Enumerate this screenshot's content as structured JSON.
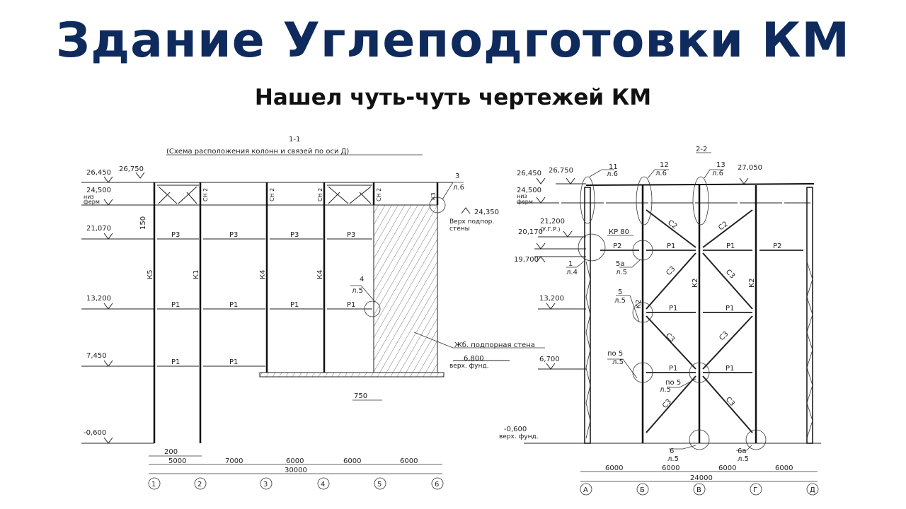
{
  "title": "Здание Углеподготовки КМ",
  "subtitle": "Нашел чуть-чуть чертежей КМ",
  "left_drawing": {
    "section": "1-1",
    "caption": "(Схема расположения колонн и связей по оси Д)",
    "levels": [
      "26,450",
      "26,750",
      "24,500",
      "низ",
      "ферм",
      "21,070",
      "13,200",
      "7,450",
      "-0,600"
    ],
    "dim_150": "150",
    "columns": [
      "К5",
      "К1",
      "К4",
      "К4"
    ],
    "ch_labels": [
      "СН 2",
      "СН 2",
      "СН 2",
      "СН 2",
      "К3"
    ],
    "p3": [
      "Р3",
      "Р3",
      "Р3",
      "Р3"
    ],
    "p1_mid": [
      "Р1",
      "Р1",
      "Р1",
      "Р1"
    ],
    "p1_low": [
      "Р1",
      "Р1"
    ],
    "callout3": {
      "num": "3",
      "sheet": "л.6"
    },
    "callout4": {
      "num": "4",
      "sheet": "л.5"
    },
    "wall_top": {
      "level": "24,350",
      "l1": "Верх подпор.",
      "l2": "стены"
    },
    "wall_label": "Жб. подпорная стена",
    "fund": {
      "level": "6,800",
      "label": "верх. фунд."
    },
    "dim_750": "750",
    "dim_200": "200",
    "spans": [
      "5000",
      "7000",
      "6000",
      "6000",
      "6000"
    ],
    "total": "30000",
    "axes": [
      "1",
      "2",
      "3",
      "4",
      "5",
      "6"
    ]
  },
  "right_drawing": {
    "section": "2-2",
    "levels": [
      "26,450",
      "26,750",
      "24,500",
      "низ",
      "ферм",
      "21,200",
      "(У.Г.Р.)",
      "20,170",
      "19,700",
      "13,200",
      "6,700",
      "-0,600",
      "верх. фунд.",
      "27,050"
    ],
    "callouts": [
      {
        "num": "11",
        "sheet": "л.6"
      },
      {
        "num": "12",
        "sheet": "л.6"
      },
      {
        "num": "13",
        "sheet": "л.6"
      },
      {
        "num": "1",
        "sheet": "л.4"
      },
      {
        "num": "5а",
        "sheet": "л.5"
      },
      {
        "num": "5",
        "sheet": "л.5"
      },
      {
        "num": "по 5",
        "sheet": "л.5"
      },
      {
        "num": "по 5",
        "sheet": "л.5"
      },
      {
        "num": "6",
        "sheet": "л.5"
      },
      {
        "num": "6а",
        "sheet": "л.5"
      }
    ],
    "kr": "КР 80",
    "beams_top": [
      "Р2",
      "Р1",
      "Р1",
      "Р2"
    ],
    "beams_mid": [
      "Р1",
      "Р1"
    ],
    "beams_low": [
      "Р1",
      "Р1"
    ],
    "columns": [
      "К2",
      "К2",
      "К2"
    ],
    "braces": [
      "С2",
      "С2",
      "С3",
      "С3",
      "С3",
      "С3",
      "С3",
      "С3"
    ],
    "spans": [
      "6000",
      "6000",
      "6000",
      "6000"
    ],
    "total": "24000",
    "axes": [
      "А",
      "Б",
      "В",
      "Г",
      "Д"
    ]
  }
}
